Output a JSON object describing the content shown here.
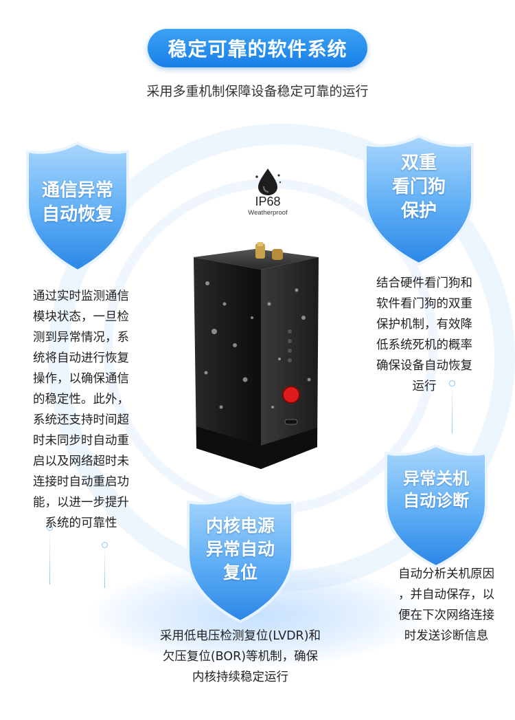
{
  "header": {
    "title": "稳定可靠的软件系统",
    "subtitle": "采用多重机制保障设备稳定可靠的运行"
  },
  "badge": {
    "rating": "IP68",
    "label": "Weatherproof"
  },
  "features": [
    {
      "title_lines": [
        "通信异常",
        "自动恢复"
      ],
      "desc_lines": [
        "通过实时监测通信",
        "模块状态，一旦检",
        "测到异常情况，系",
        "统将自动进行恢复",
        "操作，以确保通信",
        "的稳定性。此外，",
        "系统还支持时间超",
        "时未同步时自动重",
        "启以及网络超时未",
        "连接时自动重启功",
        "能，以进一步提升",
        "系统的可靠性"
      ]
    },
    {
      "title_lines": [
        "双重",
        "看门狗",
        "保护"
      ],
      "desc_lines": [
        "结合硬件看门狗和",
        "软件看门狗的双重",
        "保护机制，有效降",
        "低系统死机的概率",
        "确保设备自动恢复",
        "运行"
      ]
    },
    {
      "title_lines": [
        "内核电源",
        "异常自动",
        "复位"
      ],
      "desc_lines": [
        "采用低电压检测复位(LVDR)和",
        "欠压复位(BOR)等机制，确保",
        "内核持续稳定运行"
      ]
    },
    {
      "title_lines": [
        "异常关机",
        "自动诊断"
      ],
      "desc_lines": [
        "自动分析关机原因",
        "，并自动保存，以",
        "便在下次网络连接",
        "时发送诊断信息"
      ]
    }
  ],
  "colors": {
    "accent": "#1a7fe6",
    "shield_light": "#9fd0fb",
    "shield_dark": "#1f7fe0",
    "button_red": "#e01b1b"
  }
}
